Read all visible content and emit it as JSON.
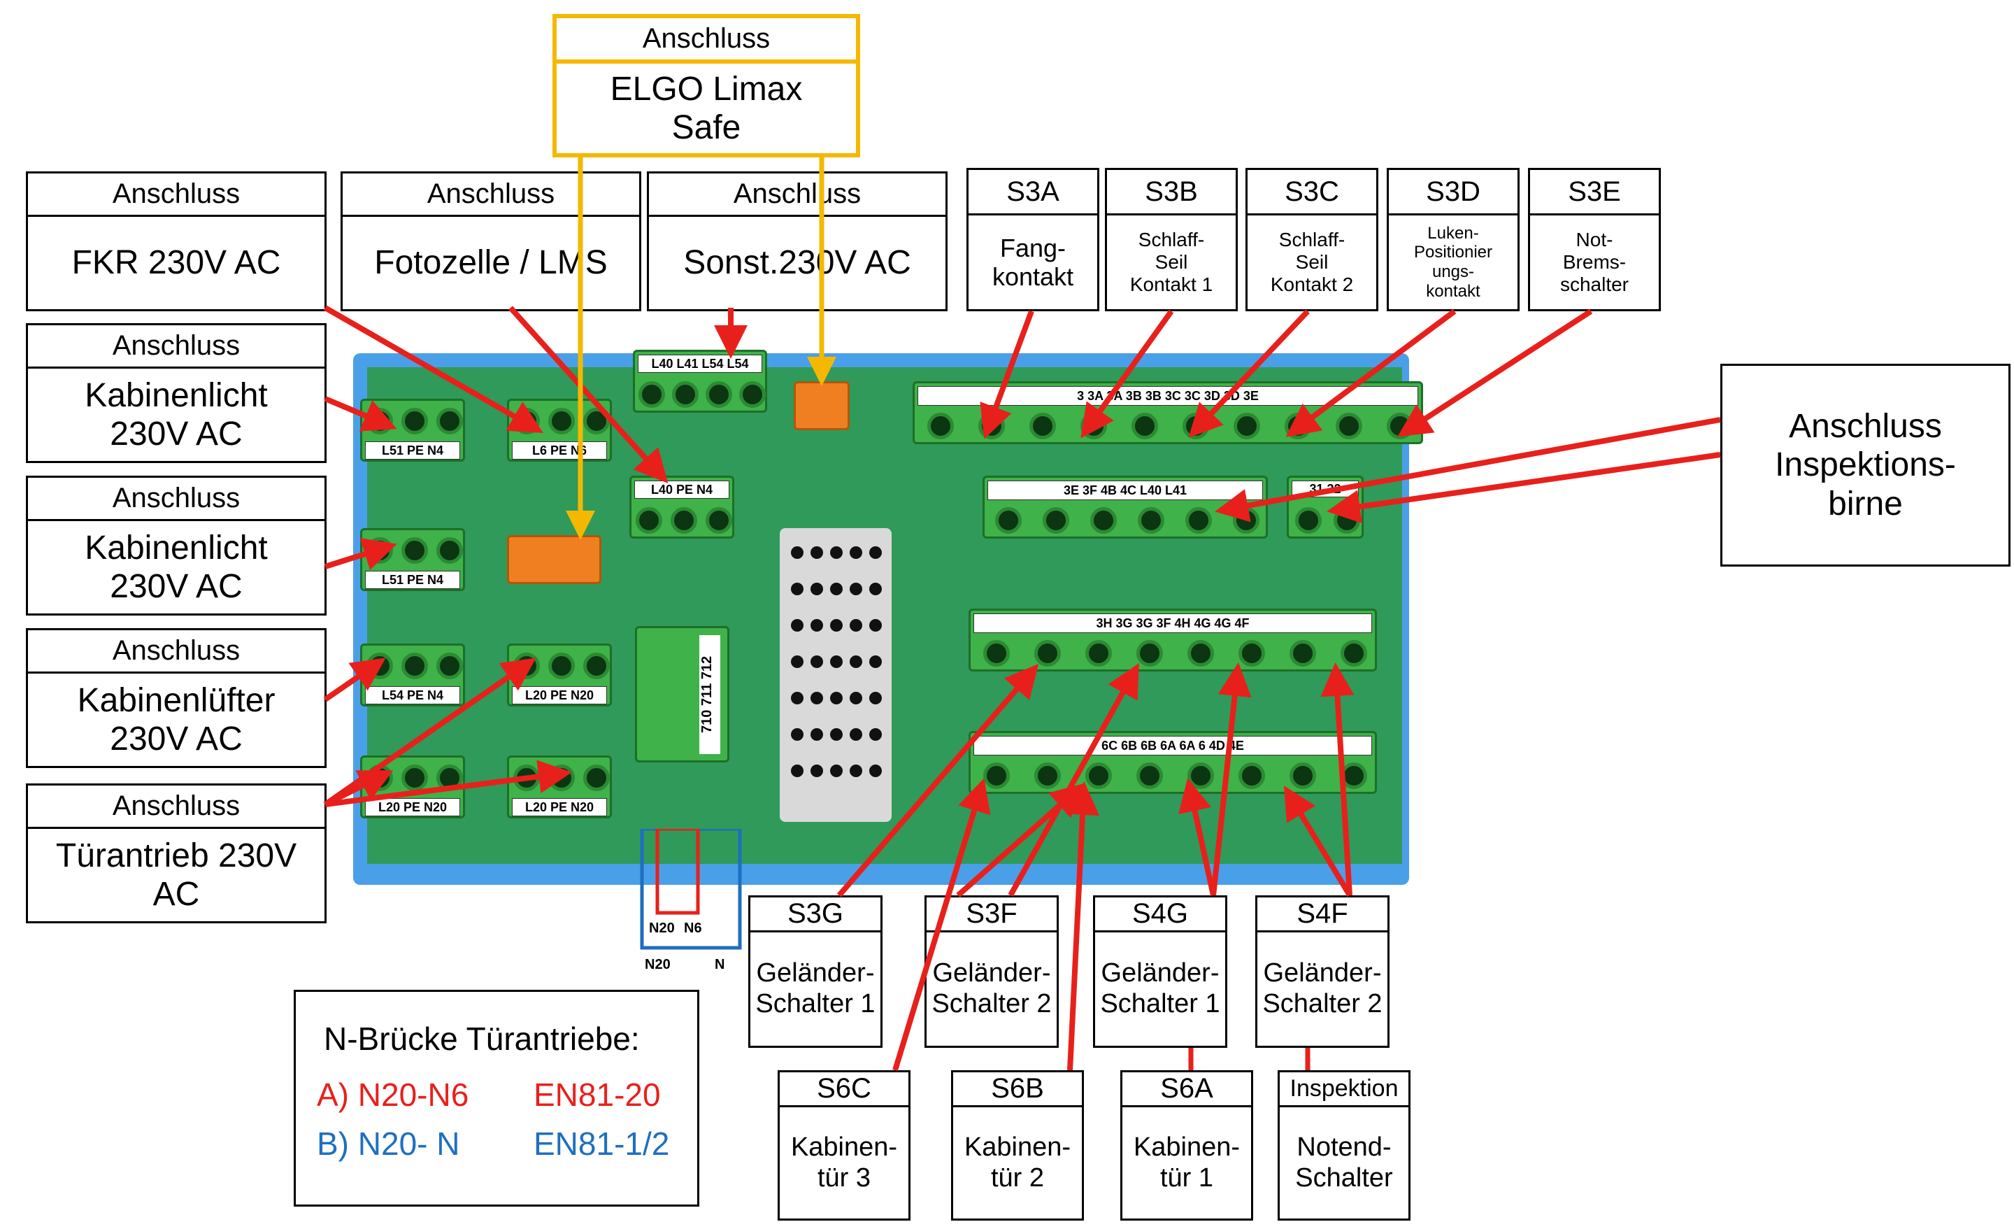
{
  "elgo": {
    "header": "Anschluss",
    "body": "ELGO Limax\nSafe"
  },
  "top_boxes": [
    {
      "header": "Anschluss",
      "body": "FKR 230V AC"
    },
    {
      "header": "Anschluss",
      "body": "Fotozelle / LMS"
    },
    {
      "header": "Anschluss",
      "body": "Sonst.230V AC"
    }
  ],
  "s3_boxes": [
    {
      "header": "S3A",
      "body": "Fang-\nkontakt"
    },
    {
      "header": "S3B",
      "body": "Schlaff-\nSeil\nKontakt 1"
    },
    {
      "header": "S3C",
      "body": "Schlaff-\nSeil\nKontakt 2"
    },
    {
      "header": "S3D",
      "body": "Luken-\nPositionier\nungs-\nkontakt"
    },
    {
      "header": "S3E",
      "body": "Not-\nBrems-\nschalter"
    }
  ],
  "left_boxes": [
    {
      "header": "Anschluss",
      "body": "Kabinenlicht\n230V AC"
    },
    {
      "header": "Anschluss",
      "body": "Kabinenlicht\n230V AC"
    },
    {
      "header": "Anschluss",
      "body": "Kabinenlüfter\n230V AC"
    },
    {
      "header": "Anschluss",
      "body": "Türantrieb 230V\nAC"
    }
  ],
  "inspektion_lamp": {
    "body": "Anschluss\nInspektions-\nbirne"
  },
  "bottom_boxes": [
    {
      "header": "S3G",
      "body": "Geländer-\nSchalter 1"
    },
    {
      "header": "S3F",
      "body": "Geländer-\nSchalter 2"
    },
    {
      "header": "S4G",
      "body": "Geländer-\nSchalter 1"
    },
    {
      "header": "S4F",
      "body": "Geländer-\nSchalter 2"
    }
  ],
  "lower_boxes": [
    {
      "header": "S6C",
      "body": "Kabinen-\ntür 3"
    },
    {
      "header": "S6B",
      "body": "Kabinen-\ntür 2"
    },
    {
      "header": "S6A",
      "body": "Kabinen-\ntür 1"
    },
    {
      "header": "Inspektion",
      "body": "Notend-\nSchalter"
    }
  ],
  "legend": {
    "title": "N-Brücke Türantriebe:",
    "row_a_left": "A)  N20-N6",
    "row_a_right": "EN81-20",
    "row_b_left": "B)  N20- N",
    "row_b_right": "EN81-1/2",
    "color_a": "#e8201c",
    "color_b": "#1f6fc0"
  },
  "bridge": {
    "n20_red": "N20",
    "n6": "N6",
    "n20_blue": "N20",
    "n": "N"
  },
  "board_terminals": {
    "top_row": [
      "3",
      "3A",
      "3A",
      "3B",
      "3B",
      "3C",
      "3C",
      "3D",
      "3D",
      "3E"
    ],
    "mid_row": [
      "3E",
      "3F",
      "4B",
      "4C",
      "L40",
      "L41"
    ],
    "insp_row": [
      "31",
      "32"
    ],
    "gel_row1": [
      "3H",
      "3G",
      "3G",
      "3F",
      "4H",
      "4G",
      "4G",
      "4F"
    ],
    "gel_row2": [
      "6C",
      "6B",
      "6B",
      "6A",
      "6A",
      "6",
      "4D",
      "4E"
    ],
    "left_col": [
      "L51",
      "PE",
      "N4"
    ],
    "left_col2": [
      "L51",
      "PE",
      "N4"
    ],
    "left_col3": [
      "L54",
      "PE",
      "N4"
    ],
    "left_col4": [
      "L20",
      "PE",
      "N20"
    ],
    "mid_col1": [
      "L6",
      "PE",
      "N6"
    ],
    "mid_col3": [
      "L20",
      "PE",
      "N20"
    ],
    "mid_col4": [
      "L20",
      "PE",
      "N20"
    ],
    "fz_lms": [
      "L40",
      "PE",
      "N4"
    ],
    "sonst": [
      "L40",
      "L41",
      "L54",
      "L54"
    ],
    "vert": "710 711 712"
  },
  "colors": {
    "arrow": "#e8201c",
    "elgo": "#f5b800",
    "pcb": "#2f9a5a",
    "terminal": "#3fb24a",
    "plug": "#f07f22",
    "rail": "#3a8ede"
  }
}
